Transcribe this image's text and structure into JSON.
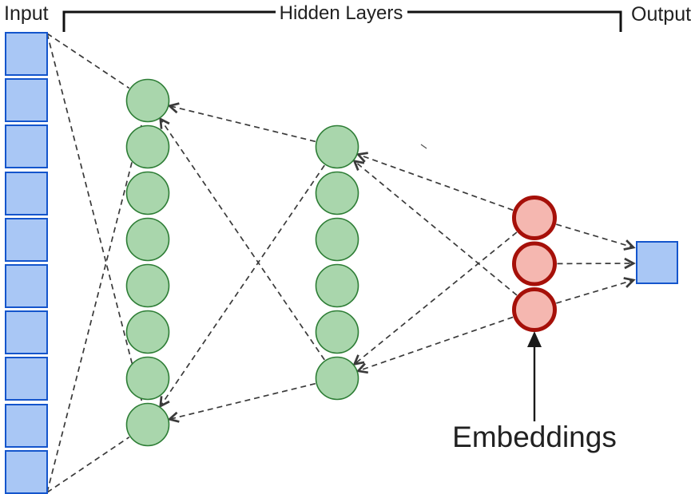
{
  "labels": {
    "input": "Input",
    "hidden_layers": "Hidden Layers",
    "output": "Output",
    "embeddings": "Embeddings"
  },
  "colors": {
    "input_fill": "#a9c7f5",
    "input_stroke": "#1455cc",
    "hidden_fill": "#a9d6ac",
    "hidden_stroke": "#2d7d35",
    "embedding_fill": "#f5b7b0",
    "embedding_stroke": "#a61009",
    "connector": "#3a3a3a",
    "bracket": "#111111",
    "text": "#212121"
  },
  "network": {
    "layers": [
      {
        "id": "input",
        "shape": "square",
        "count": 10
      },
      {
        "id": "hidden1",
        "shape": "circle",
        "count": 8
      },
      {
        "id": "hidden2",
        "shape": "circle",
        "count": 6
      },
      {
        "id": "embedding",
        "shape": "circle",
        "count": 3
      },
      {
        "id": "output",
        "shape": "square",
        "count": 1
      }
    ],
    "connections": [
      {
        "from": "input-1",
        "to": "hidden1-1",
        "arrow": "none"
      },
      {
        "from": "input-1",
        "to": "hidden1-8",
        "arrow": "none"
      },
      {
        "from": "input-10",
        "to": "hidden1-1",
        "arrow": "none"
      },
      {
        "from": "input-10",
        "to": "hidden1-8",
        "arrow": "none"
      },
      {
        "from": "hidden2-1",
        "to": "hidden1-1",
        "arrow": "end"
      },
      {
        "from": "hidden2-6",
        "to": "hidden1-1",
        "arrow": "end"
      },
      {
        "from": "hidden2-1",
        "to": "hidden1-8",
        "arrow": "end"
      },
      {
        "from": "hidden2-6",
        "to": "hidden1-8",
        "arrow": "end"
      },
      {
        "from": "embedding-1",
        "to": "hidden2-1",
        "arrow": "end"
      },
      {
        "from": "embedding-3",
        "to": "hidden2-1",
        "arrow": "end"
      },
      {
        "from": "embedding-1",
        "to": "hidden2-6",
        "arrow": "end"
      },
      {
        "from": "embedding-3",
        "to": "hidden2-6",
        "arrow": "end"
      },
      {
        "from": "embedding-1",
        "to": "output-1",
        "arrow": "end"
      },
      {
        "from": "embedding-2",
        "to": "output-1",
        "arrow": "end"
      },
      {
        "from": "embedding-3",
        "to": "output-1",
        "arrow": "end"
      }
    ]
  }
}
